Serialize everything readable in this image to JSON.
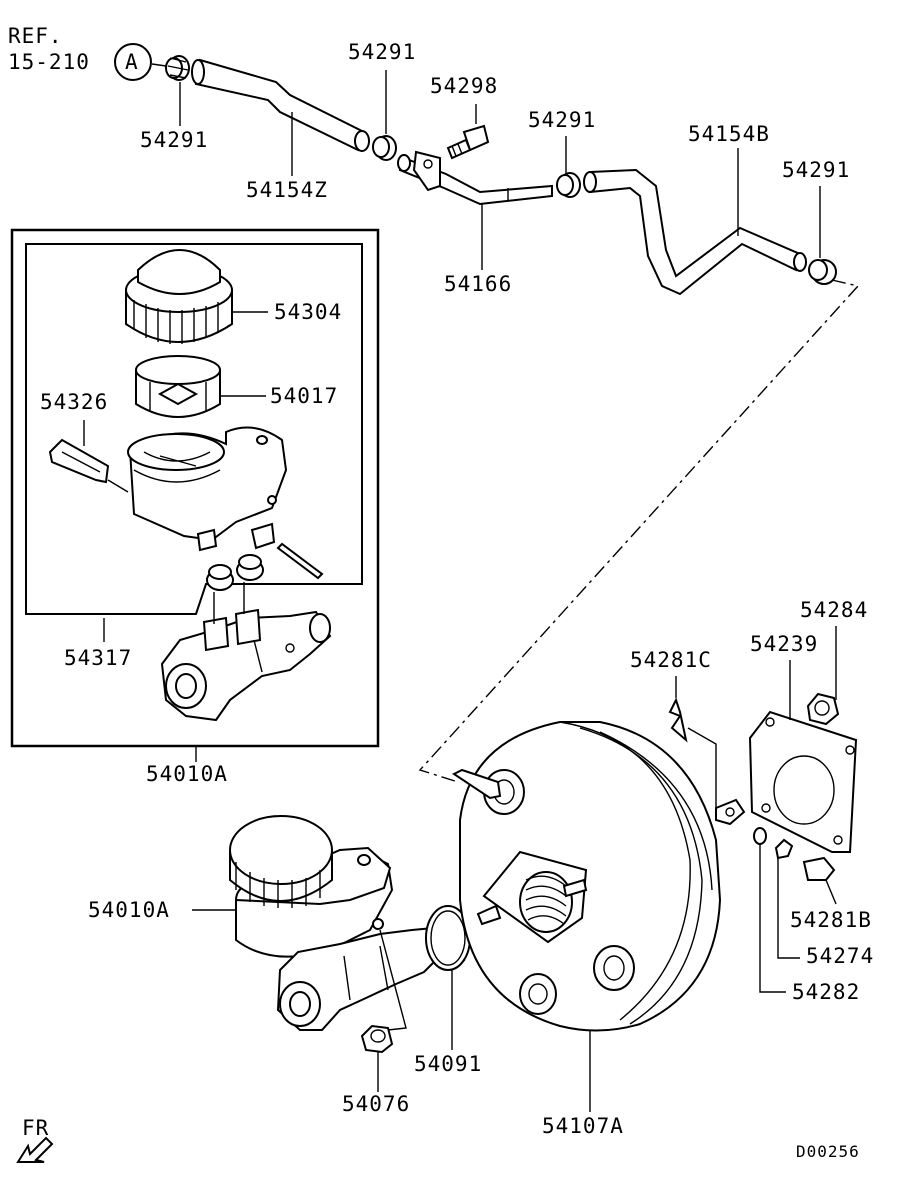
{
  "diagram": {
    "ref": {
      "line1": "REF.",
      "line2": "15-210",
      "circle": "A"
    },
    "labels": {
      "p54291_a": "54291",
      "p54154z": "54154Z",
      "p54291_b": "54291",
      "p54298": "54298",
      "p54291_c": "54291",
      "p54166": "54166",
      "p54154b": "54154B",
      "p54291_d": "54291",
      "p54304": "54304",
      "p54326": "54326",
      "p54017": "54017",
      "p54317": "54317",
      "p54010a_box": "54010A",
      "p54284": "54284",
      "p54239": "54239",
      "p54281c": "54281C",
      "p54010a": "54010A",
      "p54281b": "54281B",
      "p54274": "54274",
      "p54282": "54282",
      "p54091": "54091",
      "p54076": "54076",
      "p54107a": "54107A"
    },
    "fr": "FR",
    "code": "D00256"
  }
}
